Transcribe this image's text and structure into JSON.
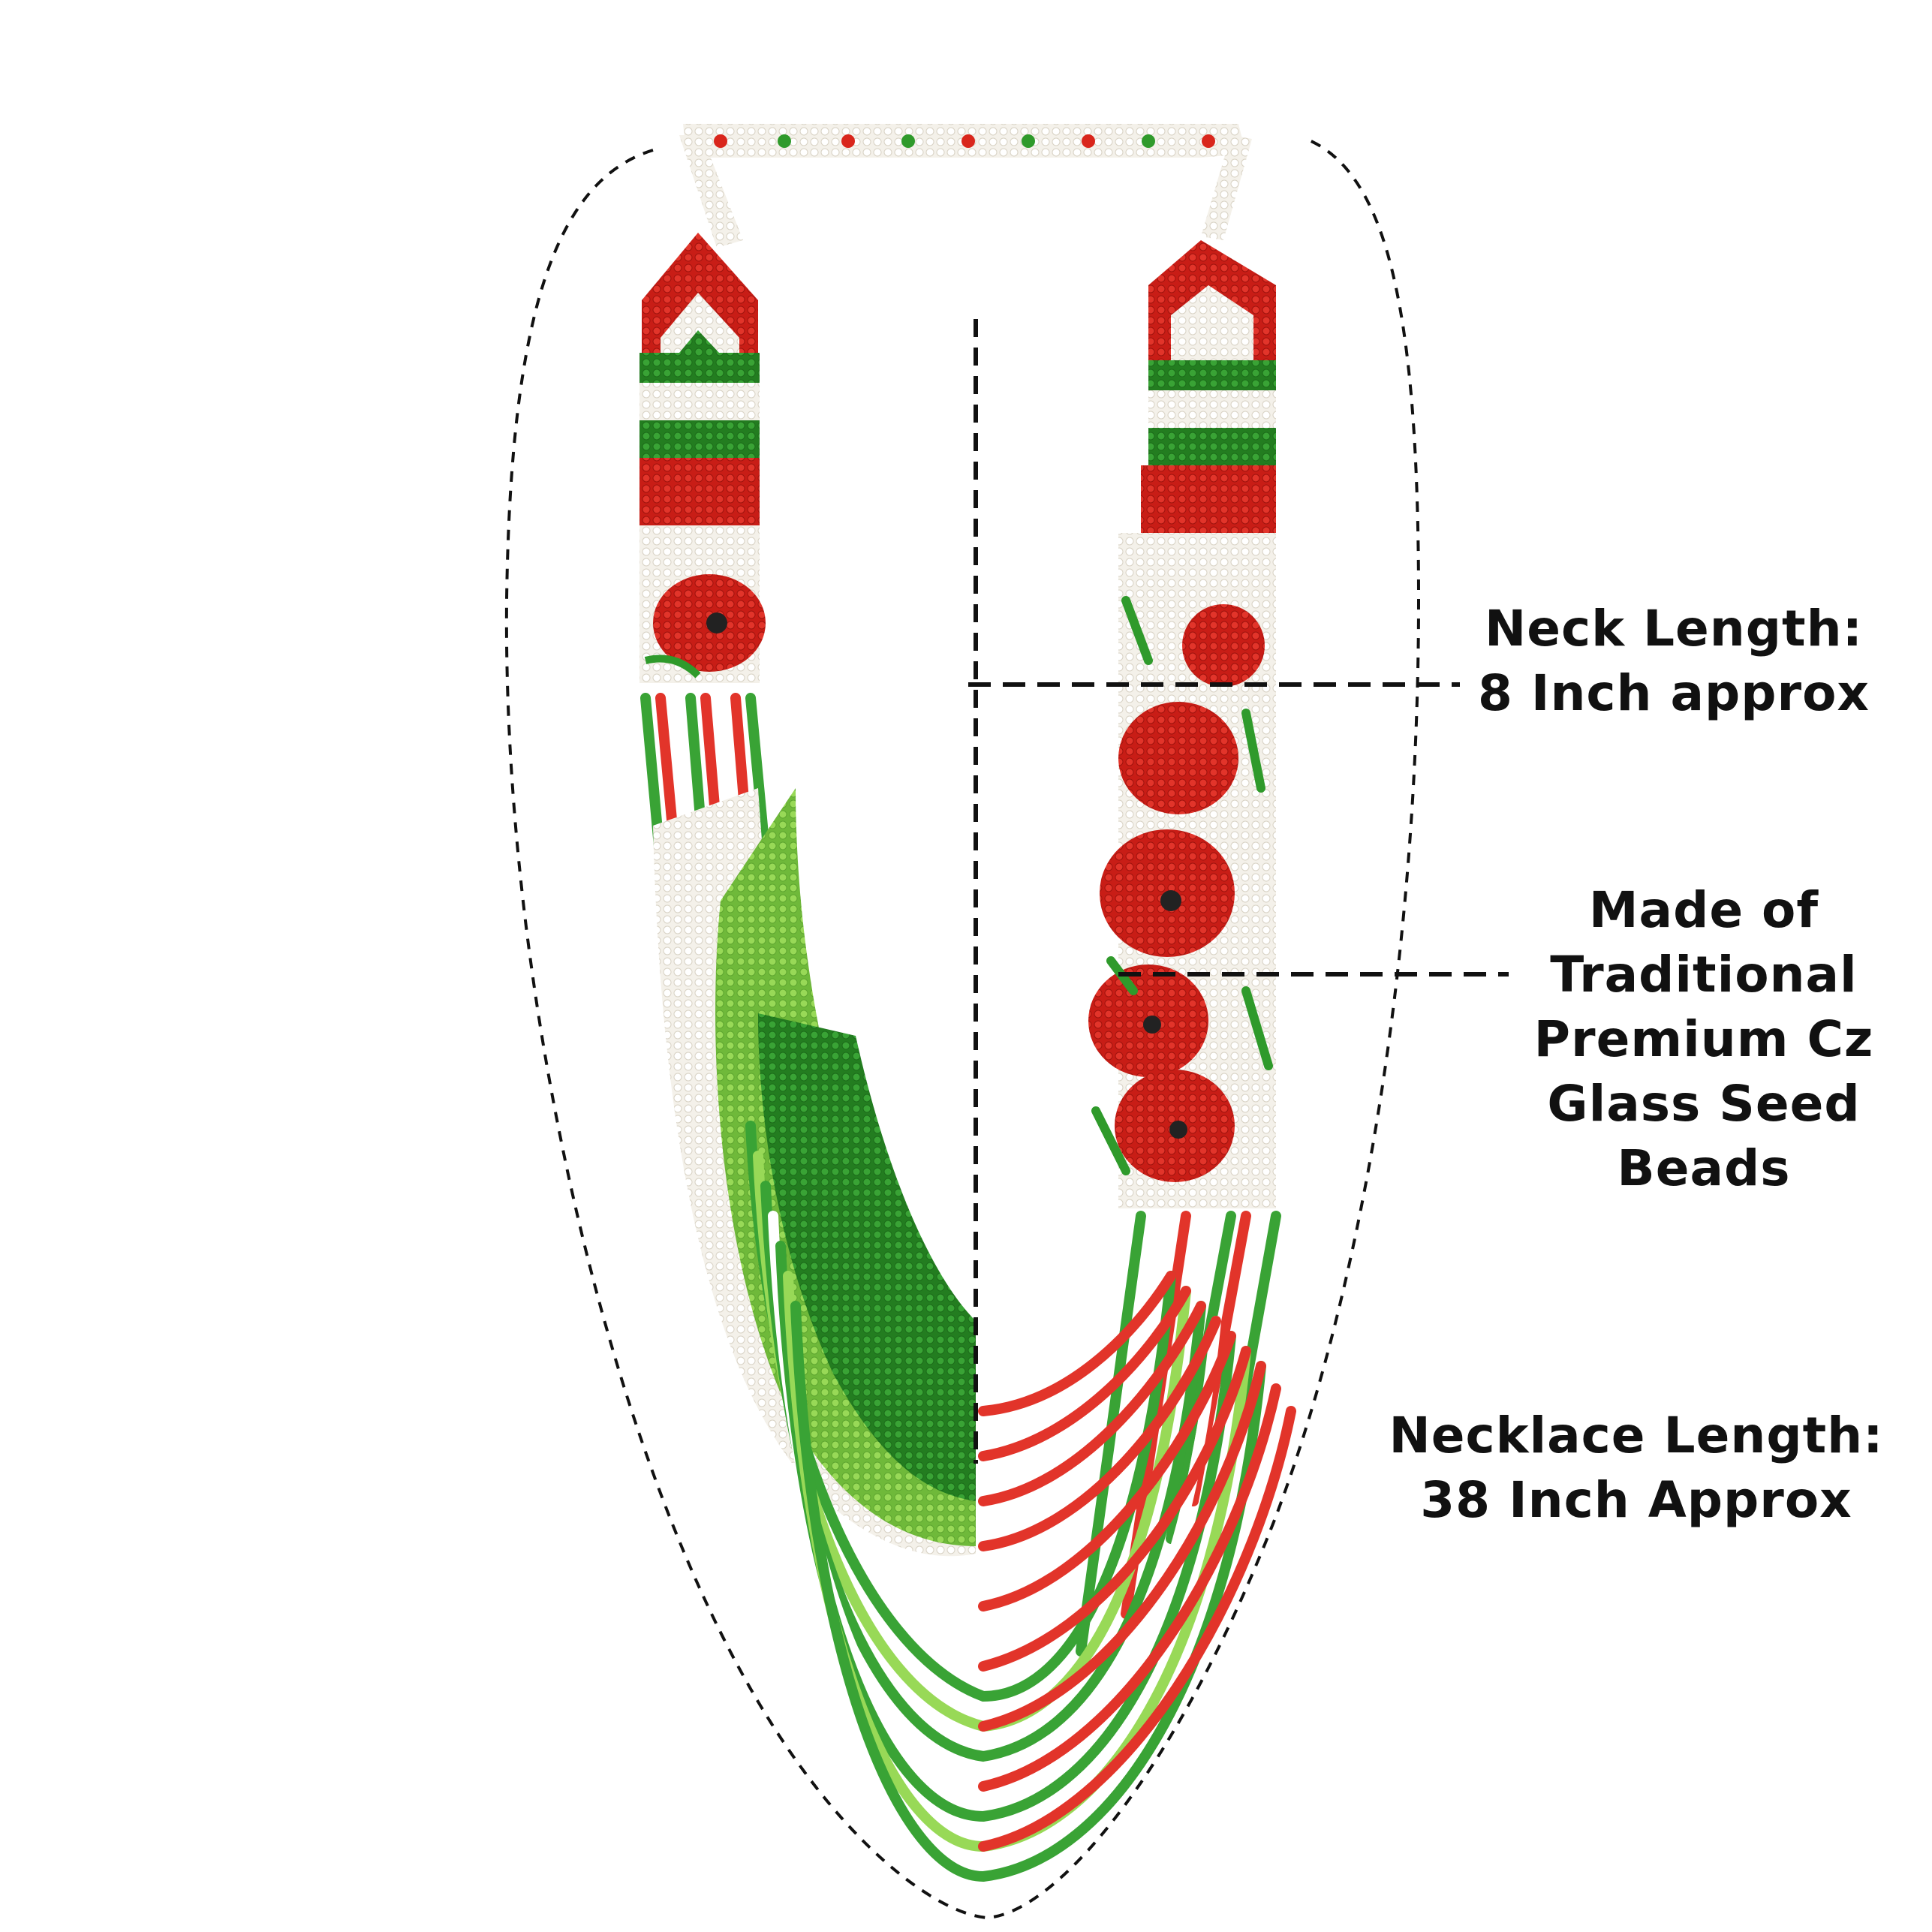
{
  "annotations": {
    "neck_length": {
      "line1": "Neck Length:",
      "line2": "8 Inch approx"
    },
    "material": {
      "line1": "Made of",
      "line2": "Traditional",
      "line3": "Premium Cz",
      "line4": "Glass Seed",
      "line5": "Beads"
    },
    "necklace_length": {
      "line1": "Necklace Length:",
      "line2": "38 Inch Approx"
    }
  },
  "colors": {
    "bead_red": "#d9261c",
    "bead_dark_red": "#b3140f",
    "bead_green": "#2f9a2b",
    "bead_light_green": "#8fd14f",
    "bead_white": "#f4f1ea",
    "outline": "#111111"
  }
}
